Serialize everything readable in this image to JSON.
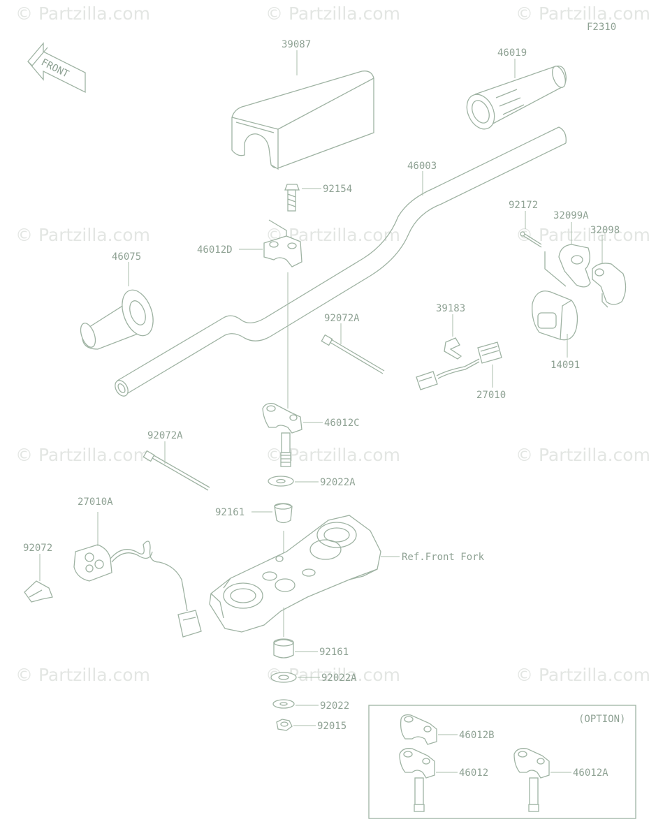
{
  "diagram_code": "F2310",
  "front_label": "FRONT",
  "watermark": "© Partzilla.com",
  "option_label": "(OPTION)",
  "colors": {
    "line": "#9fb3a3",
    "label": "#8fa294",
    "watermark": "#e3e6e3"
  },
  "parts": {
    "p39087": "39087",
    "p46019": "46019",
    "p46003": "46003",
    "p92154": "92154",
    "p92172": "92172",
    "p32099A": "32099A",
    "p32098": "32098",
    "p46012D": "46012D",
    "p46075": "46075",
    "p39183": "39183",
    "p92072A_1": "92072A",
    "p14091": "14091",
    "p27010": "27010",
    "p46012C": "46012C",
    "p92072A_2": "92072A",
    "p92022A_1": "92022A",
    "p27010A": "27010A",
    "p92161_1": "92161",
    "p92072": "92072",
    "ref_front_fork": "Ref.Front Fork",
    "p92161_2": "92161",
    "p92022A_2": "92022A",
    "p92022": "92022",
    "p92015": "92015",
    "p46012B": "46012B",
    "p46012": "46012",
    "p46012A": "46012A"
  }
}
